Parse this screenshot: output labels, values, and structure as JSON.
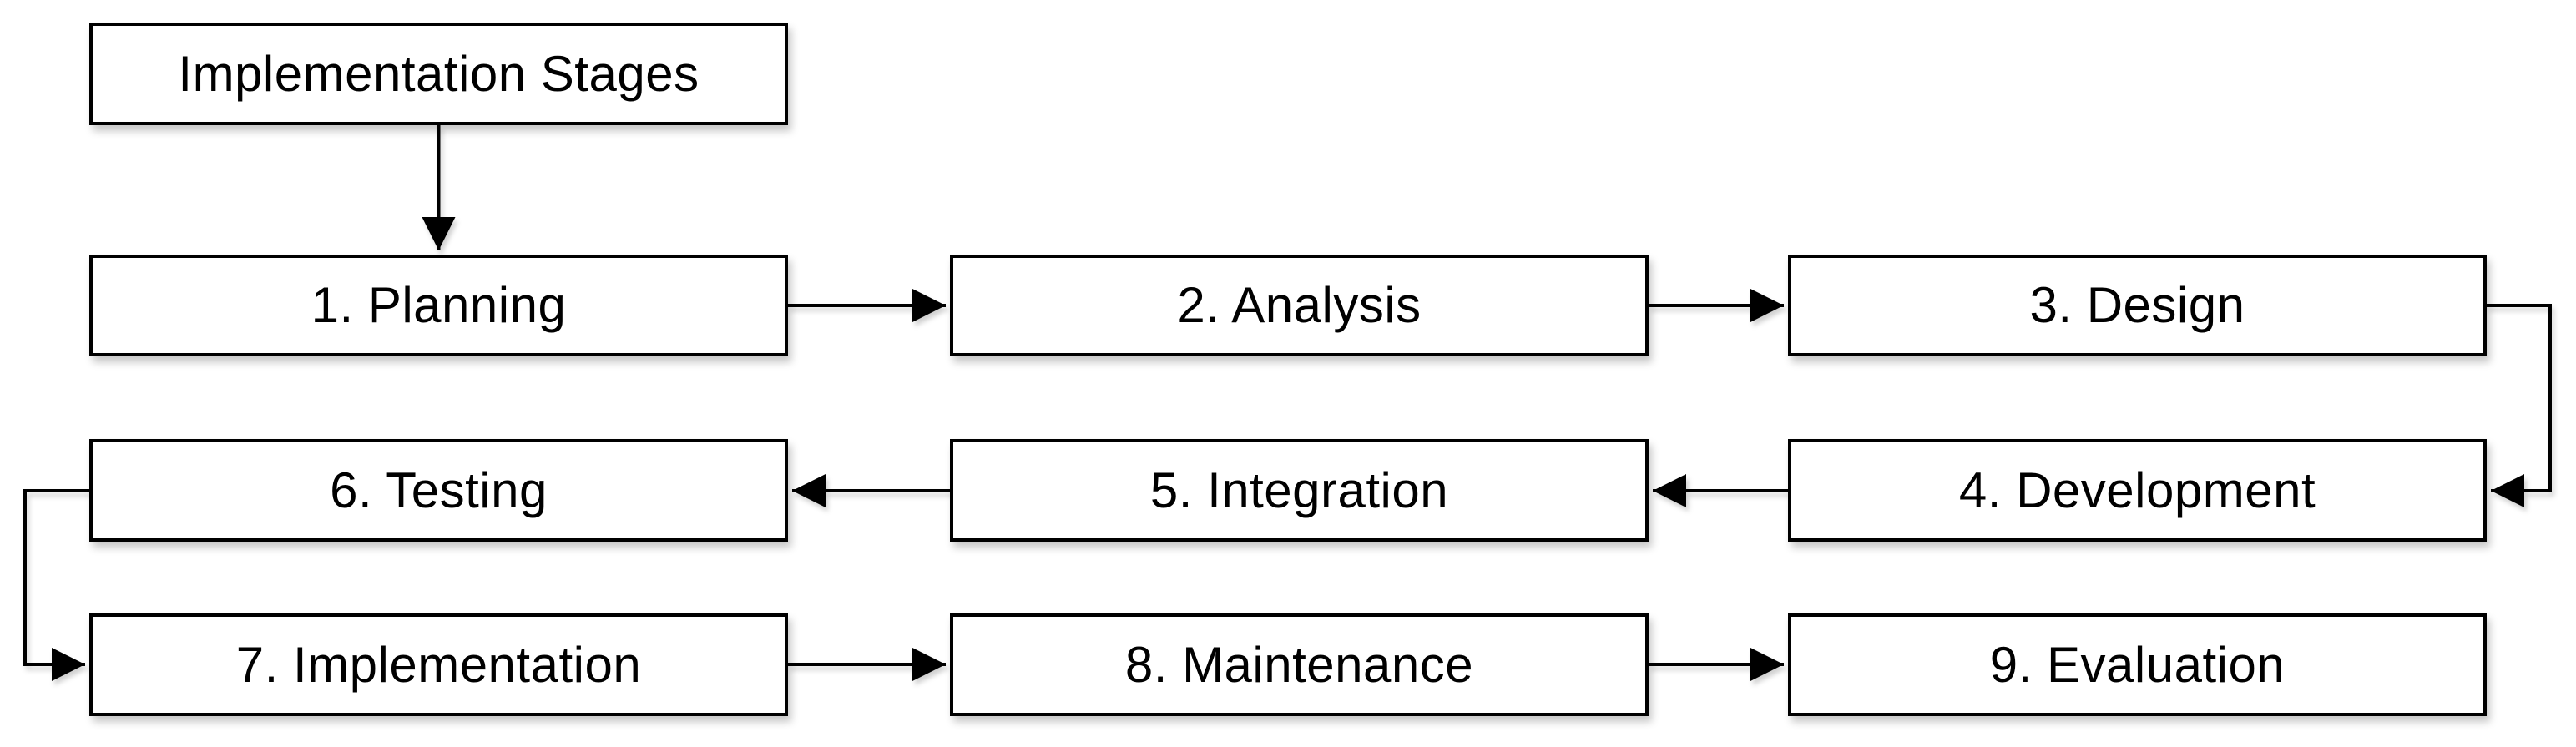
{
  "diagram": {
    "title": "Implementation Stages",
    "background_color": "#ffffff",
    "node_fill_color": "#ffffff",
    "node_border_color": "#000000",
    "arrow_color": "#000000",
    "text_color": "#000000",
    "stages": [
      {
        "id": "planning",
        "label": "1. Planning"
      },
      {
        "id": "analysis",
        "label": "2. Analysis"
      },
      {
        "id": "design",
        "label": "3. Design"
      },
      {
        "id": "development",
        "label": "4. Development"
      },
      {
        "id": "integration",
        "label": "5. Integration"
      },
      {
        "id": "testing",
        "label": "6. Testing"
      },
      {
        "id": "implementation",
        "label": "7. Implementation"
      },
      {
        "id": "maintenance",
        "label": "8. Maintenance"
      },
      {
        "id": "evaluation",
        "label": "9. Evaluation"
      }
    ],
    "edges": [
      {
        "from": "title",
        "to": "planning"
      },
      {
        "from": "planning",
        "to": "analysis"
      },
      {
        "from": "analysis",
        "to": "design"
      },
      {
        "from": "design",
        "to": "development"
      },
      {
        "from": "development",
        "to": "integration"
      },
      {
        "from": "integration",
        "to": "testing"
      },
      {
        "from": "testing",
        "to": "implementation"
      },
      {
        "from": "implementation",
        "to": "maintenance"
      },
      {
        "from": "maintenance",
        "to": "evaluation"
      }
    ]
  }
}
